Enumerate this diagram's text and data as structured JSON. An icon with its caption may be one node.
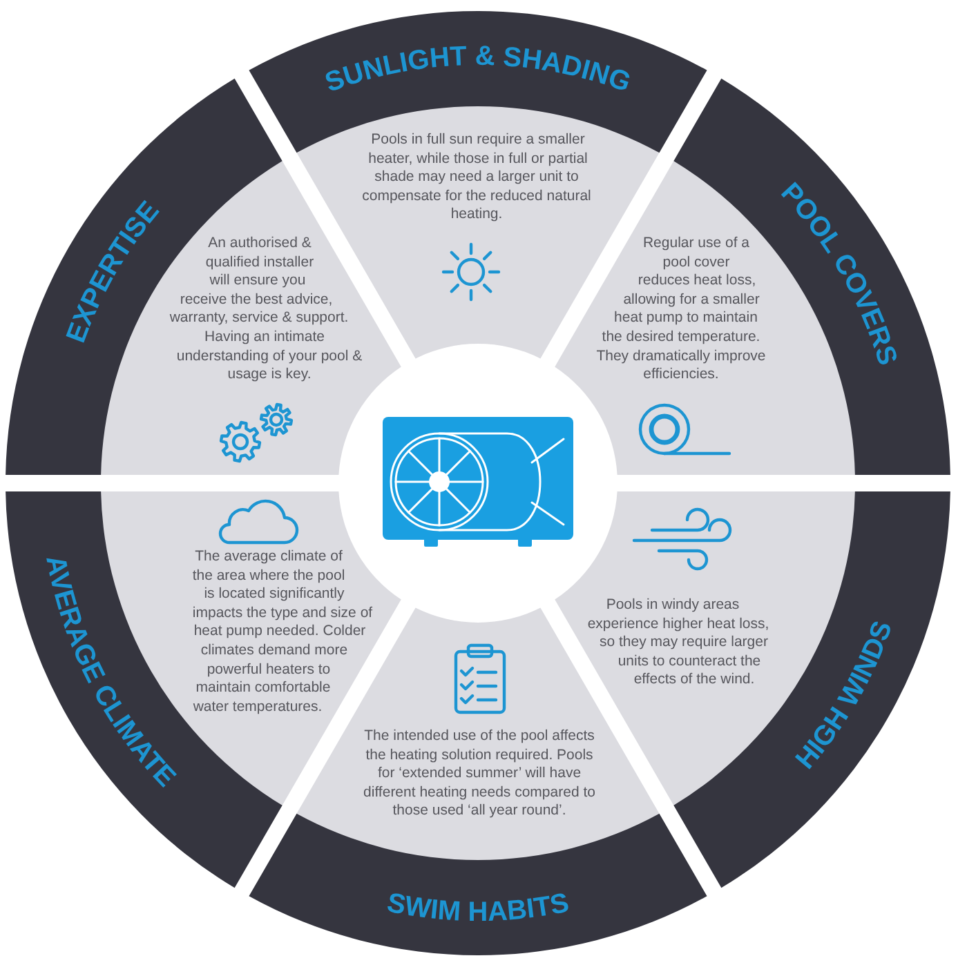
{
  "diagram": {
    "nodes": [
      {
        "text": [
          "SUNLIGHT & SHADING",
          "Pools in full sun require a smaller heater, while those in full or partial shade may need a larger unit to compensate for the reduced natural heating."
        ]
      },
      {
        "text": [
          "Regular use of a pool cover reduces heat loss, allowing for a smaller heat pump to maintain the desired temperature. They dramatically improve efficiencies.",
          "POOL COVERS"
        ]
      },
      {
        "text": [
          "Pools in windy areas experience higher heat loss, so they may require larger units to counteract the effects of the wind.",
          "HIGH WINDS"
        ]
      },
      {
        "text": [
          "The intended use of the pool affects the heating solution required. Pools for ‘extended summer’ will have different heating needs compared to those used ‘all year round’.",
          "SWIM HABITS"
        ]
      },
      {
        "text": [
          "AVERAGE CLIMATE",
          "The average climate of the area where the pool is located significantly impacts the type and size of heat pump needed. Colder climates demand more powerful heaters to maintain comfortable water temperatures."
        ]
      },
      {
        "text": [
          "EXPERTISE",
          "An authorised & qualified installer will ensure you receive the best advice, warranty, service & support. Having an intimate understanding of your pool & usage is key."
        ]
      }
    ]
  }
}
